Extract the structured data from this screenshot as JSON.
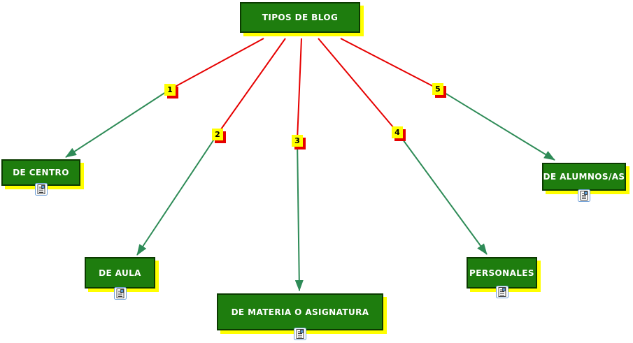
{
  "diagram": {
    "title": "TIPOS DE BLOG concept map",
    "root": {
      "label": "TIPOS DE BLOG"
    },
    "connectors": [
      {
        "number": "1"
      },
      {
        "number": "2"
      },
      {
        "number": "3"
      },
      {
        "number": "4"
      },
      {
        "number": "5"
      }
    ],
    "nodes": [
      {
        "label": "DE CENTRO",
        "icon": "document-resource-icon"
      },
      {
        "label": "DE AULA",
        "icon": "document-resource-icon"
      },
      {
        "label": "DE MATERIA O ASIGNATURA",
        "icon": "document-resource-icon"
      },
      {
        "label": "PERSONALES",
        "icon": "document-resource-icon"
      },
      {
        "label": "DE ALUMNOS/AS",
        "icon": "document-resource-icon"
      }
    ],
    "colors": {
      "node_fill": "#1E7D0E",
      "node_border": "#0B3A00",
      "node_shadow": "#FFFF00",
      "node_text": "#FFFFFF",
      "connector_fill": "#FFFF00",
      "connector_shadow": "#E60000",
      "connector_text": "#000000",
      "line_upper": "#E60000",
      "line_lower_arrow": "#2E8B57",
      "background": "#FFFFFF"
    }
  }
}
